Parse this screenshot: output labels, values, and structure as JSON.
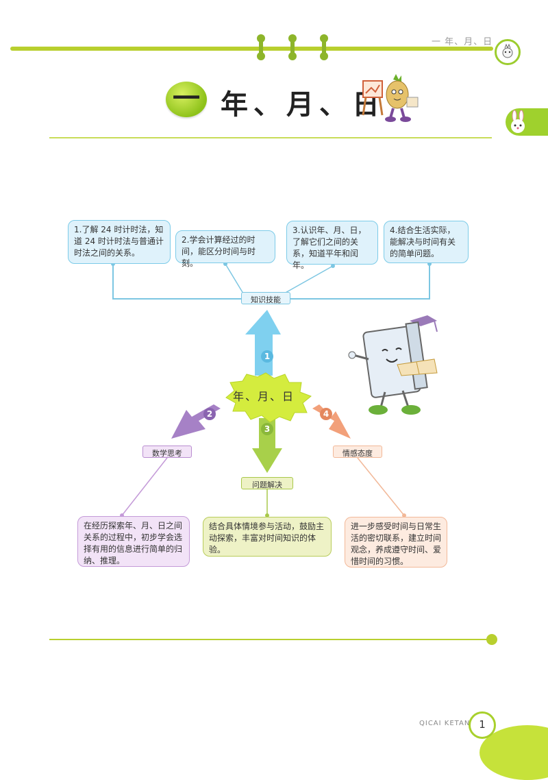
{
  "header": {
    "running_title": "一 年、月、日"
  },
  "title": {
    "number": "一",
    "text": "年、月、日"
  },
  "mindmap": {
    "center": "年、月、日",
    "knowledge": {
      "label": "知识技能",
      "number": "1",
      "items": [
        "1.了解 24 时计时法，知道 24 时计时法与普通计时法之间的关系。",
        "2.学会计算经过的时间，能区分时间与时刻。",
        "3.认识年、月、日，了解它们之间的关系，知道平年和闰年。",
        "4.结合生活实际，能解决与时间有关的简单问题。"
      ]
    },
    "math_thinking": {
      "label": "数学思考",
      "number": "2",
      "text": "在经历探索年、月、日之间关系的过程中，初步学会选择有用的信息进行简单的归纳、推理。"
    },
    "problem_solving": {
      "label": "问题解决",
      "number": "3",
      "text": "结合具体情境参与活动，鼓励主动探索，丰富对时间知识的体验。"
    },
    "attitude": {
      "label": "情感态度",
      "number": "4",
      "text": "进一步感受时间与日常生活的密切联系，建立时间观念，养成遵守时间、爱惜时间的习惯。"
    }
  },
  "colors": {
    "accent_green": "#b8cf2e",
    "blue_box": "#dff2fb",
    "purple_box": "#f2e3f7",
    "olive_box": "#eef2c6",
    "peach_box": "#fdebe0"
  },
  "footer": {
    "brand": "QICAI KETANG",
    "page": "1"
  }
}
